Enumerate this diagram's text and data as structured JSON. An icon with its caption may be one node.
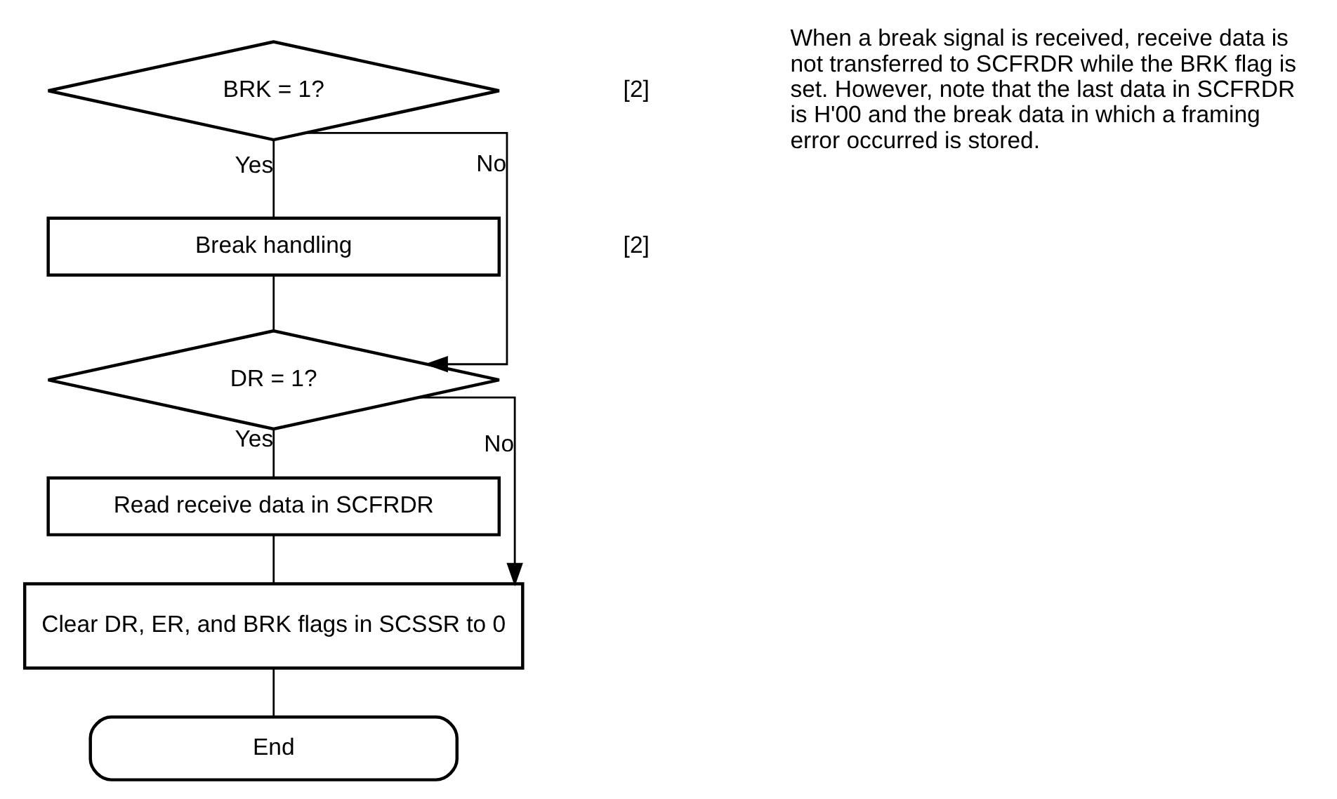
{
  "diagram": {
    "nodes": [
      {
        "text": [
          "BRK = 1?"
        ]
      },
      {
        "text": [
          "Break handling"
        ]
      },
      {
        "text": [
          "DR = 1?"
        ]
      },
      {
        "text": [
          "Read receive data in SCFRDR"
        ]
      },
      {
        "text": [
          "Clear DR, ER, and BRK flags in SCSSR to 0"
        ]
      },
      {
        "text": [
          "End"
        ]
      }
    ],
    "edges": [
      {
        "from": 0,
        "to": 1,
        "arrow": "none",
        "label": "Yes"
      },
      {
        "from": 1,
        "to": 2,
        "arrow": "none"
      },
      {
        "from": 0,
        "to": 2,
        "arrow": "to",
        "label": "No"
      },
      {
        "from": 2,
        "to": 3,
        "arrow": "none",
        "label": "Yes"
      },
      {
        "from": 3,
        "to": 4,
        "arrow": "none"
      },
      {
        "from": 2,
        "to": 4,
        "arrow": "to",
        "label": "No"
      },
      {
        "from": 4,
        "to": 5,
        "arrow": "none"
      }
    ],
    "labels": [
      "[2]",
      "[2]",
      "When a break signal is received, receive data is not transferred to SCFRDR while the BRK flag is set. However, note that the last data in SCFRDR is H'00 and the break data in which a framing error occurred is stored."
    ]
  }
}
